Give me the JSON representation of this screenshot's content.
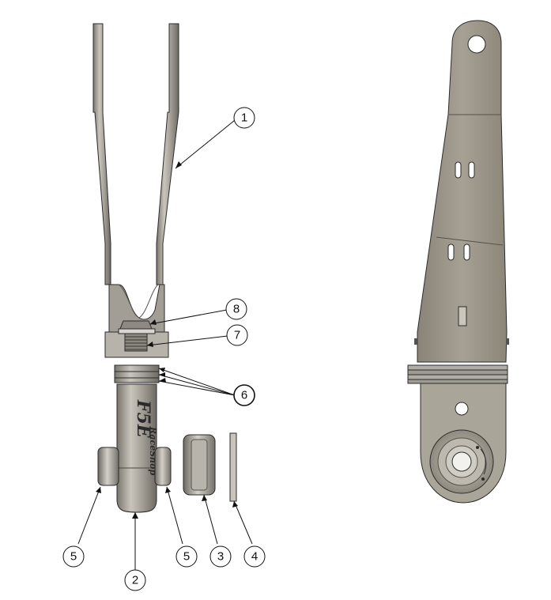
{
  "callouts": [
    {
      "id": "c1",
      "label": "1"
    },
    {
      "id": "c2",
      "label": "2"
    },
    {
      "id": "c3",
      "label": "3"
    },
    {
      "id": "c4",
      "label": "4"
    },
    {
      "id": "c5a",
      "label": "5"
    },
    {
      "id": "c5b",
      "label": "5"
    },
    {
      "id": "c6",
      "label": "6"
    },
    {
      "id": "c7",
      "label": "7"
    },
    {
      "id": "c8",
      "label": "8"
    }
  ],
  "logo": {
    "mark": "F5E",
    "text": "RaceShop"
  },
  "colors": {
    "metal": "#a8a49a",
    "metal_dark": "#6f6c65",
    "metal_light": "#cfccc4",
    "arm": "#9d978b",
    "outline": "#2b2b2b"
  }
}
